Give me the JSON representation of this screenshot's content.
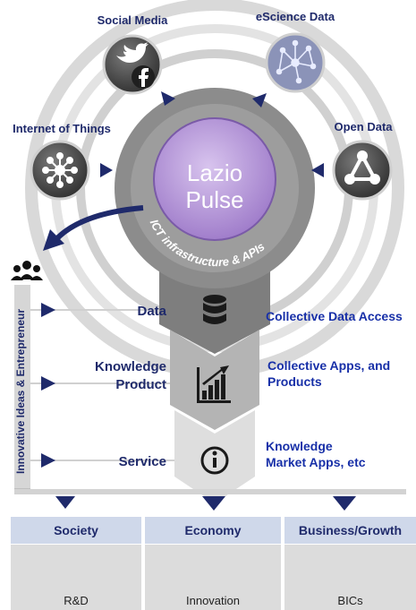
{
  "center": {
    "title_line1": "Lazio",
    "title_line2": "Pulse",
    "ring_label": "ICT infrastructure & APIs"
  },
  "sources": [
    {
      "label": "Social Media",
      "icon": "twitter-facebook-icon"
    },
    {
      "label": "eScience Data",
      "icon": "network-brain-icon"
    },
    {
      "label": "Internet of Things",
      "icon": "hub-network-icon"
    },
    {
      "label": "Open Data",
      "icon": "share-triangle-icon"
    }
  ],
  "side_label": "Innovative Ideas & Entrepreneur",
  "layers": [
    {
      "label": "Data",
      "output": "Collective Data Access",
      "icon": "database-icon"
    },
    {
      "label_line1": "Knowledge",
      "label_line2": "Product",
      "output_line1": "Collective Apps, and",
      "output_line2": "Products",
      "icon": "bar-chart-icon"
    },
    {
      "label": "Service",
      "output_line1": "Knowledge",
      "output_line2": "Market Apps, etc",
      "icon": "info-icon"
    }
  ],
  "columns": [
    {
      "header": "Society",
      "footer": "R&D",
      "icon": "gears-icon"
    },
    {
      "header": "Economy",
      "footer": "Innovation",
      "icon": "lightbulb-icon"
    },
    {
      "header": "Business/Growth",
      "footer": "BICs",
      "icon": "people-group-icon"
    }
  ],
  "colors": {
    "navy": "#1f2a6b",
    "blue_text": "#1830a8",
    "center_purple": "#b693d8",
    "ring_gray": "#8a8a8a",
    "header_blue": "#cfd8ea",
    "footer_gray": "#dcdcdc"
  }
}
